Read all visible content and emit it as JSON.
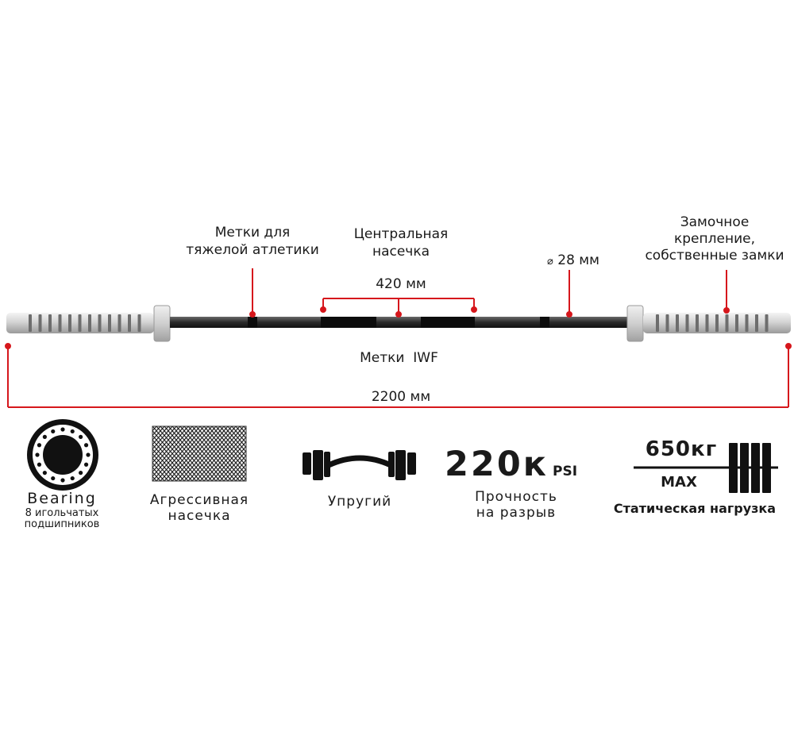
{
  "diagram": {
    "labels": {
      "weightlifting_marks": [
        "Метки для",
        "тяжелой атлетики"
      ],
      "center_knurl": [
        "Центральная",
        "насечка"
      ],
      "center_knurl_length": "420 мм",
      "diameter": "28 мм",
      "diameter_symbol": "⌀",
      "sleeve_lock": [
        "Замочное",
        "крепление,",
        "собственные замки"
      ],
      "iwf_marks": "Метки  IWF",
      "total_length": "2200 мм"
    },
    "colors": {
      "callout": "#d6171c",
      "shaft": "#2b2b2b",
      "sleeve": "#c8c8c8",
      "icon": "#111111"
    }
  },
  "features": [
    {
      "icon": "bearing-icon",
      "title": "Bearing",
      "subtitle": [
        "8 игольчатых",
        "подшипников"
      ]
    },
    {
      "icon": "knurling-icon",
      "title": [
        "Агрессивная",
        "насечка"
      ]
    },
    {
      "icon": "flexible-bar-icon",
      "title": "Упругий"
    },
    {
      "icon": "tensile-strength",
      "value": "220к",
      "unit": "PSI",
      "title": [
        "Прочность",
        "на разрыв"
      ]
    },
    {
      "icon": "weight-stack-icon",
      "value": "650кг",
      "max": "MAX",
      "title": "Статическая нагрузка"
    }
  ]
}
